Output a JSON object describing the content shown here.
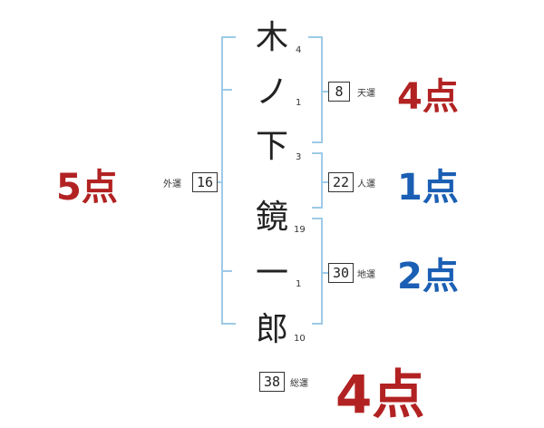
{
  "colors": {
    "bracket": "#9ecae8",
    "good": "#b22222",
    "neutral": "#1a5fb4",
    "text": "#222222"
  },
  "name": {
    "chars": [
      "木",
      "ノ",
      "下",
      "鏡",
      "一",
      "郎"
    ],
    "strokes": [
      "4",
      "1",
      "3",
      "19",
      "1",
      "10"
    ]
  },
  "unsei": {
    "ten": {
      "value": "8",
      "label": "天運",
      "score": "4点"
    },
    "jin": {
      "value": "22",
      "label": "人運",
      "score": "1点"
    },
    "chi": {
      "value": "30",
      "label": "地運",
      "score": "2点"
    },
    "gai": {
      "value": "16",
      "label": "外運",
      "score": "5点"
    },
    "sou": {
      "value": "38",
      "label": "総運",
      "score": "4点"
    }
  }
}
